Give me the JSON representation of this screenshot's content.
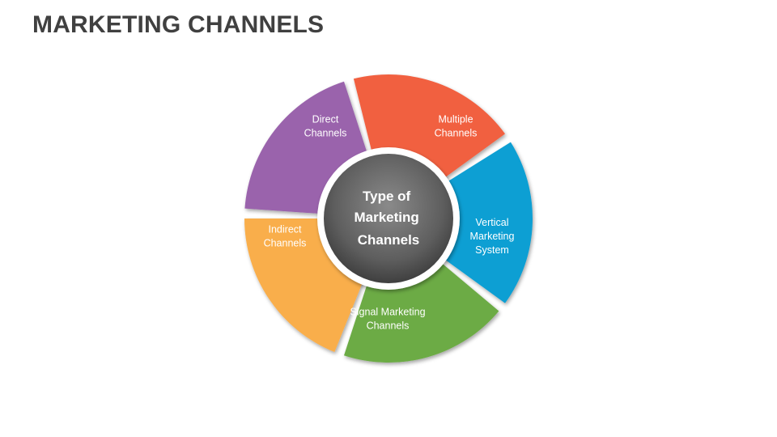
{
  "title": "MARKETING CHANNELS",
  "center": {
    "lines": [
      "Type of",
      "Marketing",
      "Channels"
    ],
    "color": "#6b6b6b"
  },
  "segments": [
    {
      "id": "direct",
      "lines": [
        "Direct",
        "Channels"
      ],
      "color": "#F9AE4B"
    },
    {
      "id": "multiple",
      "lines": [
        "Multiple",
        "Channels"
      ],
      "color": "#9A63AC"
    },
    {
      "id": "vertical",
      "lines": [
        "Vertical",
        "Marketing",
        "System"
      ],
      "color": "#F16040"
    },
    {
      "id": "signal",
      "lines": [
        "Signal Marketing",
        "Channels"
      ],
      "color": "#0E9FD3"
    },
    {
      "id": "indirect",
      "lines": [
        "Indirect",
        "Channels"
      ],
      "color": "#6CAB44"
    }
  ]
}
